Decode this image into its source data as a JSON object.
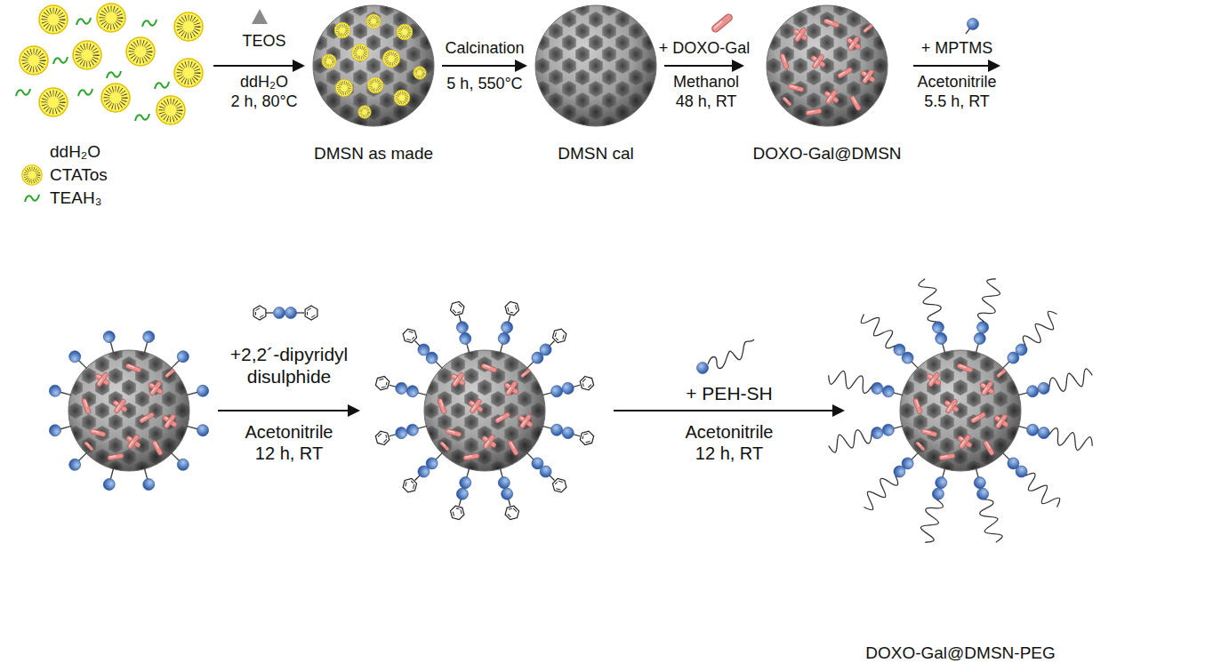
{
  "diagram": {
    "nodes": [
      {
        "text": [
          "DMSN as made"
        ]
      },
      {
        "text": [
          "DMSN cal"
        ]
      },
      {
        "text": [
          "DOXO-Gal@DMSN"
        ]
      },
      {
        "text": [
          "DOXO-Gal@DMSN-PEG"
        ]
      }
    ],
    "edges": [
      {
        "from": 0,
        "to": 1,
        "arrow": "to",
        "label": "Calcination"
      },
      {
        "from": 1,
        "to": 2,
        "arrow": "to",
        "label": "+ DOXO-Gal"
      }
    ],
    "labels": [
      "TEOS",
      "ddH₂O",
      "2 h, 80°C",
      "5 h, 550°C",
      "Methanol",
      "48 h, RT",
      "+ MPTMS",
      "Acetonitrile",
      "5.5 h, RT",
      "+2,2´-dipyridyl disulphide",
      "Acetonitrile",
      "12 h, RT",
      "+ PEH-SH",
      "Acetonitrile",
      "12 h, RT"
    ],
    "legend": [
      {
        "text": "ddH₂O"
      },
      {
        "text": "CTATos"
      },
      {
        "text": "TEAH₃"
      }
    ]
  }
}
